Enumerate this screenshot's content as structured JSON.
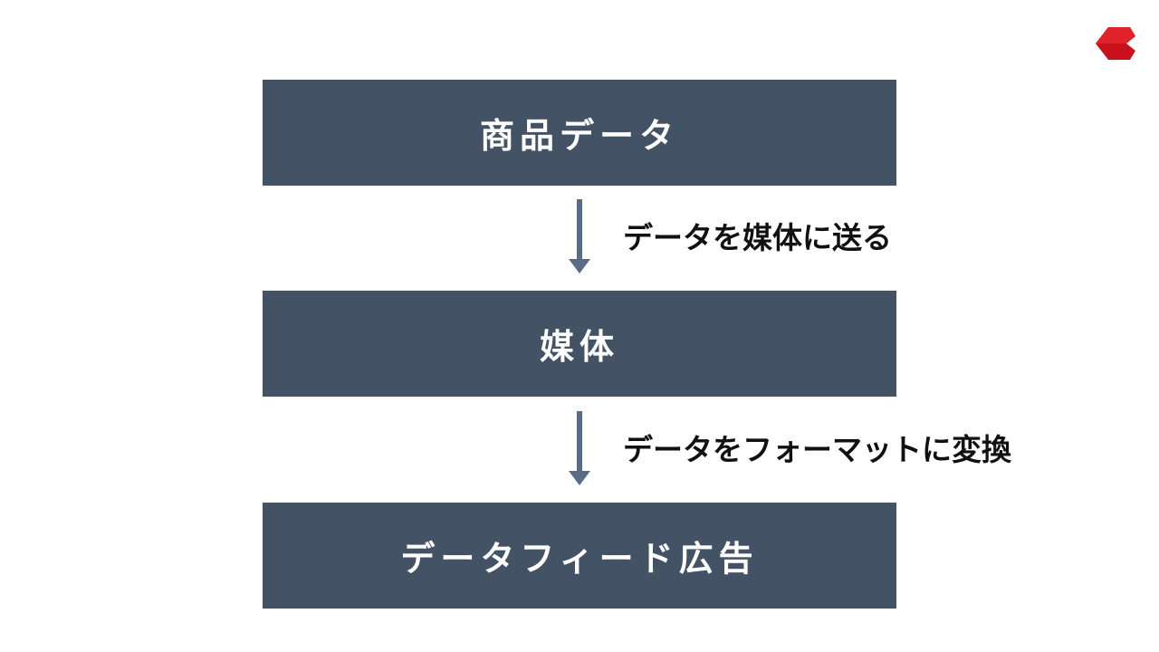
{
  "logo": {
    "icon": "red-chevron-logo-icon",
    "color": "#d0121b"
  },
  "flow": {
    "steps": [
      {
        "label": "商品データ"
      },
      {
        "label": "媒体"
      },
      {
        "label": "データフィード広告"
      }
    ],
    "transitions": [
      {
        "label": "データを媒体に送る"
      },
      {
        "label": "データをフォーマットに変換"
      }
    ],
    "box_color": "#445266",
    "arrow_color": "#5a6b85"
  }
}
